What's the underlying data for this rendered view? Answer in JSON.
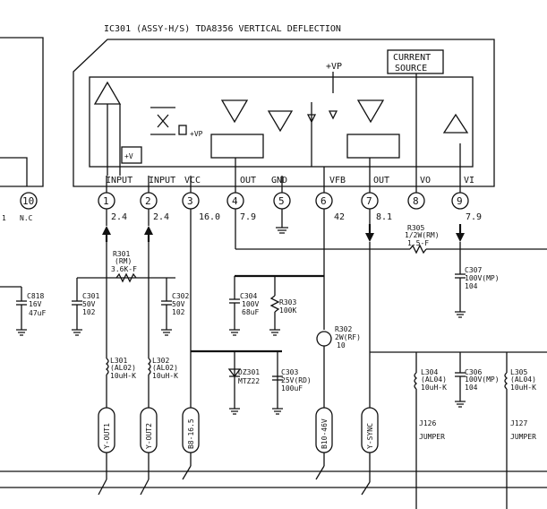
{
  "title": "IC301 (ASSY-H/S) TDA8356 VERTICAL DEFLECTION",
  "ic": {
    "current_source": [
      "CURRENT",
      "SOURCE"
    ],
    "vp_top": "+VP",
    "vp_mid": "+VP",
    "v_box": "+V",
    "pins": [
      {
        "num": "1",
        "label": "INPUT",
        "volt": "2.4"
      },
      {
        "num": "2",
        "label": "INPUT",
        "volt": "2.4"
      },
      {
        "num": "3",
        "label": "VCC",
        "volt": "16.0"
      },
      {
        "num": "4",
        "label": "OUT",
        "volt": "7.9"
      },
      {
        "num": "5",
        "label": "GND",
        "volt": ""
      },
      {
        "num": "6",
        "label": "VFB",
        "volt": "42"
      },
      {
        "num": "7",
        "label": "OUT",
        "volt": "8.1"
      },
      {
        "num": "8",
        "label": "VO",
        "volt": ""
      },
      {
        "num": "9",
        "label": "VI",
        "volt": "7.9"
      }
    ]
  },
  "left_ic": {
    "pin": "10",
    "label": "N.C",
    "pin_left": "1"
  },
  "components": {
    "r301": [
      "R301",
      "(RM)",
      "3.6K-F"
    ],
    "c301": [
      "C301",
      "50V",
      "102"
    ],
    "c302": [
      "C302",
      "50V",
      "102"
    ],
    "c818": [
      "C818",
      "16V",
      "47uF"
    ],
    "c304": [
      "C304",
      "100V",
      "68uF"
    ],
    "r303": [
      "R303",
      "100K"
    ],
    "r302": [
      "R302",
      "2W(RF)",
      "10"
    ],
    "r305": [
      "R305",
      "1/2W(RM)",
      "1.5-F"
    ],
    "c307": [
      "C307",
      "100V(MP)",
      "104"
    ],
    "l301": [
      "L301",
      "(AL02)",
      "10uH-K"
    ],
    "l302": [
      "L302",
      "(AL02)",
      "10uH-K"
    ],
    "dz301": [
      "DZ301",
      "MTZ22"
    ],
    "c303": [
      "C303",
      "25V(RD)",
      "100uF"
    ],
    "l304": [
      "L304",
      "(AL04)",
      "10uH-K"
    ],
    "c306": [
      "C306",
      "100V(MP)",
      "104"
    ],
    "l305": [
      "L305",
      "(AL04)",
      "10uH-K"
    ],
    "j126": [
      "J126",
      "JUMPER"
    ],
    "j127": [
      "J127",
      "JUMPER"
    ]
  },
  "connectors": [
    "Y-OUT1",
    "Y-OUT2",
    "B8-16.5",
    "B10-46V",
    "Y-SYNC"
  ]
}
